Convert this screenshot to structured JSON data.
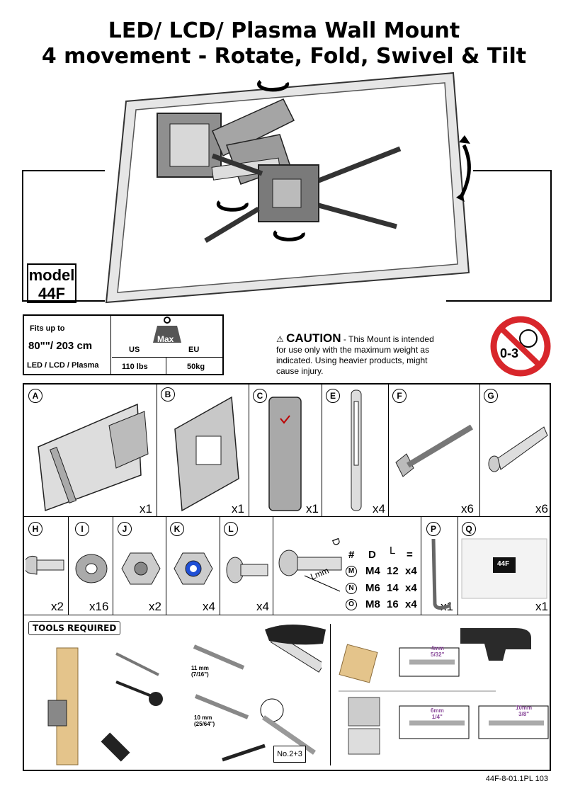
{
  "title": {
    "line1": "LED/ LCD/ Plasma Wall Mount",
    "line2": "4 movement - Rotate, Fold, Swivel & Tilt"
  },
  "model": {
    "label": "model",
    "value": "44F"
  },
  "spec": {
    "fits_label": "Fits up to",
    "size": "80\"\"/ 203 cm",
    "types": "LED / LCD / Plasma",
    "weight_badge": "Max",
    "us_label": "US",
    "eu_label": "EU",
    "us_value": "110 lbs",
    "eu_value": "50kg"
  },
  "caution": {
    "heading": "CAUTION",
    "text": " - This Mount is intended for use only with the maximum weight as indicated. Using heavier products, might cause injury."
  },
  "age_warning": "0-3",
  "parts": [
    {
      "letter": "A",
      "qty": "x1"
    },
    {
      "letter": "B",
      "qty": "x1"
    },
    {
      "letter": "C",
      "qty": "x1"
    },
    {
      "letter": "E",
      "qty": "x4"
    },
    {
      "letter": "F",
      "qty": "x6"
    },
    {
      "letter": "G",
      "qty": "x6"
    },
    {
      "letter": "H",
      "qty": "x2"
    },
    {
      "letter": "I",
      "qty": "x16"
    },
    {
      "letter": "J",
      "qty": "x2"
    },
    {
      "letter": "K",
      "qty": "x4"
    },
    {
      "letter": "L",
      "qty": "x4"
    },
    {
      "letter": "P",
      "qty": "x1"
    },
    {
      "letter": "Q",
      "qty": "x1"
    }
  ],
  "bolt_table": {
    "headers": [
      "#",
      "D",
      "L",
      "="
    ],
    "d_label": "D",
    "l_label": "Lmm",
    "rows": [
      {
        "id": "M",
        "d": "M4",
        "l": "12",
        "q": "x4"
      },
      {
        "id": "N",
        "d": "M6",
        "l": "14",
        "q": "x4"
      },
      {
        "id": "O",
        "d": "M8",
        "l": "16",
        "q": "x4"
      }
    ]
  },
  "q_label": "44F",
  "tools": {
    "heading": "TOOLS REQUIRED",
    "wrench1": "11 mm\n(7/16\")",
    "wrench2": "10 mm\n(25/64\")",
    "screwdriver": "No.2+3",
    "drill_wood": "4mm\n5/32\"",
    "drill_conc1": "6mm\n1/4\"",
    "drill_conc2": "10mm\n3/8\""
  },
  "footer": "44F-8-01.1PL  103",
  "colors": {
    "prohibit": "#d8262b",
    "nylon": "#1f4fd6",
    "purple": "#8a4a9a"
  }
}
